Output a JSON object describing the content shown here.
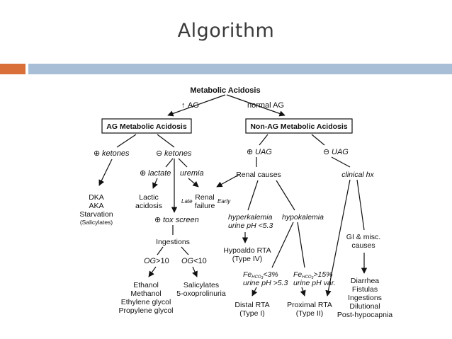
{
  "slide": {
    "title": "Algorithm",
    "accent_orange": "#d9703a",
    "accent_blue": "#a8bdd6"
  },
  "diagram": {
    "root": "Metabolic Acidosis",
    "up_ag": "AG",
    "normal_ag": "normal AG",
    "ag_box": "AG Metabolic Acidosis",
    "nonag_box": "Non-AG Metabolic Acidosis",
    "pos_ketones": "ketones",
    "neg_ketones": "ketones",
    "pos_uag": "UAG",
    "neg_uag": "UAG",
    "dka": "DKA",
    "aka": "AKA",
    "starvation": "Starvation",
    "salicylates_paren": "(Salicylates)",
    "pos_lactate": "lactate",
    "uremia": "uremia",
    "lactic": "Lactic",
    "acidosis": "acidosis",
    "late": "Late",
    "renal": "Renal",
    "failure": "failure",
    "early": "Early",
    "renal_causes": "Renal causes",
    "clinical_hx": "clinical hx",
    "pos_tox_screen": "tox screen",
    "ingestions": "Ingestions",
    "og_gt": "OG",
    "og_gt_val": ">10",
    "og_lt": "OG",
    "og_lt_val": "<10",
    "ethanol": "Ethanol",
    "methanol": "Methanol",
    "ethylene_glycol": "Ethylene glycol",
    "propylene_glycol": "Propylene glycol",
    "salicylates": "Salicylates",
    "oxoprolinuria": "5-oxoprolinuria",
    "hyperkalemia": "hyperkalemia",
    "urine_ph_53": "urine pH <5.3",
    "hypokalemia": "hypokalemia",
    "hypoaldo": "Hypoaldo RTA",
    "type_iv": "(Type IV)",
    "fe_lt3": "<3%",
    "urine_ph_gt53": "urine pH >5.3",
    "fe_gt15": ">15%",
    "urine_ph_var": "urine pH var.",
    "fe": "Fe",
    "fe_sub": "HCO",
    "fe_sub3": "3",
    "distal_rta": "Distal RTA",
    "type_i": "(Type I)",
    "proximal_rta": "Proximal RTA",
    "type_ii": "(Type II)",
    "gi_misc": "GI & misc.",
    "causes": "causes",
    "diarrhea": "Diarrhea",
    "fistulas": "Fistulas",
    "ingestions_gi": "Ingestions",
    "dilutional": "Dilutional",
    "post_hypocapnia": "Post-hypocapnia"
  }
}
